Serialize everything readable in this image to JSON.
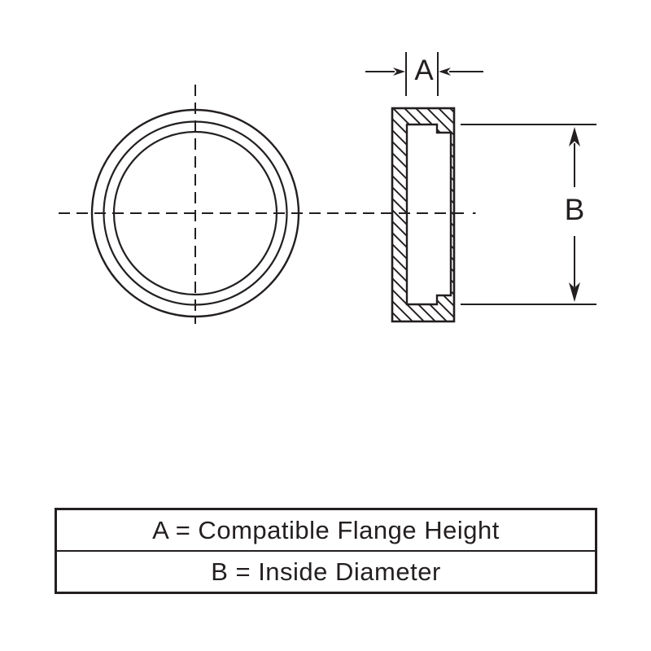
{
  "drawing": {
    "type": "technical-diagram",
    "subject": "flange cover front view and cross-section",
    "colors": {
      "line": "#231f20",
      "background": "#ffffff"
    },
    "dimension_labels": {
      "a": "A",
      "b": "B"
    },
    "legend": {
      "rows": [
        "A = Compatible Flange Height",
        "B = Inside Diameter"
      ]
    }
  }
}
